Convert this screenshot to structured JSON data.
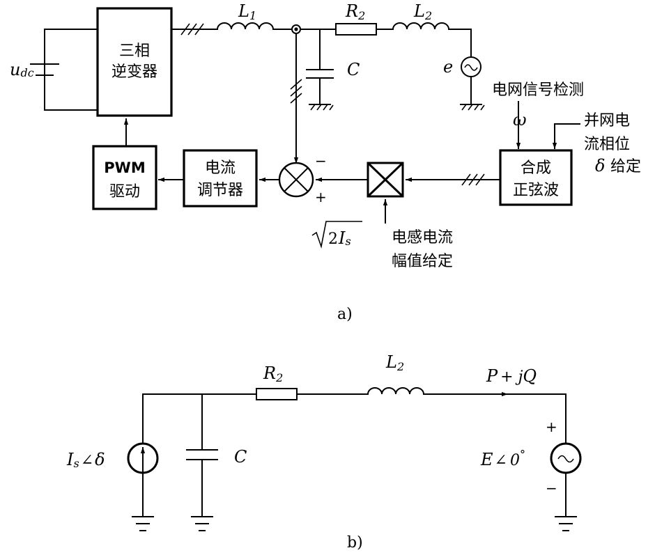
{
  "diagram_a": {
    "caption": "a)",
    "inverter": {
      "line1": "三相",
      "line2": "逆变器"
    },
    "pwm": {
      "line1": "PWM",
      "line2": "驱动"
    },
    "controller": {
      "line1": "电流",
      "line2": "调节器"
    },
    "sine": {
      "line1": "合成",
      "line2": "正弦波"
    },
    "dc_source": {
      "symbol": "u",
      "subscript": "dc"
    },
    "inductor1": {
      "symbol": "L",
      "subscript": "1"
    },
    "resistor2": {
      "symbol": "R",
      "subscript": "2"
    },
    "inductor2": {
      "symbol": "L",
      "subscript": "2"
    },
    "capacitor": "C",
    "grid_source": "e",
    "grid_detect": "电网信号检测",
    "omega": "ω",
    "phase_ref": {
      "line1": "并网电",
      "line2": "流相位",
      "delta": "δ",
      "line3": "给定"
    },
    "amp_label": {
      "coef": "2",
      "symbol": "I",
      "subscript": "s"
    },
    "amp_ref": {
      "line1": "电感电流",
      "line2": "幅值给定"
    },
    "sum_minus": "−",
    "sum_plus": "+"
  },
  "diagram_b": {
    "caption": "b)",
    "current_source": {
      "symbol": "I",
      "subscript": "s",
      "angle": "∠",
      "delta": "δ"
    },
    "capacitor": "C",
    "resistor": {
      "symbol": "R",
      "subscript": "2"
    },
    "inductor": {
      "symbol": "L",
      "subscript": "2"
    },
    "power_flow": {
      "p": "P",
      "op": "+ j",
      "q": "Q"
    },
    "voltage_source": {
      "symbol": "E",
      "angle": "∠",
      "value": "0",
      "degree": "°"
    },
    "plus": "+",
    "minus": "−"
  }
}
